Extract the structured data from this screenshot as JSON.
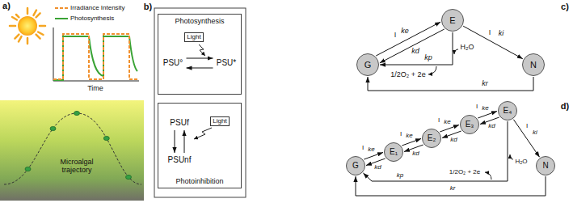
{
  "diagram": {
    "nodes": [
      {
        "text": [
          "Photosynthesis"
        ]
      },
      {
        "text": [
          "PSU°"
        ],
        "in": 0
      },
      {
        "text": [
          "PSU*"
        ],
        "in": 0
      },
      {
        "text": [
          "Photoinhibition"
        ]
      },
      {
        "text": [
          "PSUf"
        ],
        "in": 3
      },
      {
        "text": [
          "PSUnf"
        ],
        "in": 3
      },
      {
        "text": [
          "E"
        ]
      },
      {
        "text": [
          "G"
        ]
      },
      {
        "text": [
          "N"
        ]
      },
      {
        "text": [
          "G"
        ]
      },
      {
        "text": [
          "E₁"
        ]
      },
      {
        "text": [
          "E₂"
        ]
      },
      {
        "text": [
          "E₃"
        ]
      },
      {
        "text": [
          "E₄"
        ]
      },
      {
        "text": [
          "N"
        ]
      }
    ],
    "edges": [
      {
        "from": 1,
        "to": 2,
        "arrow": "to"
      },
      {
        "from": 2,
        "to": 1,
        "arrow": "to"
      },
      {
        "from": 4,
        "to": 5,
        "arrow": "to"
      },
      {
        "from": 5,
        "to": 4,
        "arrow": "to"
      },
      {
        "from": 7,
        "to": 6,
        "label": "ke",
        "arrow": "to"
      },
      {
        "from": 6,
        "to": 7,
        "label": "kd",
        "arrow": "to"
      },
      {
        "from": 6,
        "to": 8,
        "label": "ki",
        "arrow": "to"
      },
      {
        "from": 8,
        "to": 7,
        "label": "kr",
        "arrow": "to"
      },
      {
        "from": 6,
        "to": 7,
        "label": "kp",
        "arrow": "to"
      },
      {
        "from": 9,
        "to": 10,
        "label": "ke",
        "arrow": "to"
      },
      {
        "from": 10,
        "to": 9,
        "label": "kd",
        "arrow": "to"
      },
      {
        "from": 10,
        "to": 11,
        "label": "ke",
        "arrow": "to"
      },
      {
        "from": 11,
        "to": 10,
        "label": "kd",
        "arrow": "to"
      },
      {
        "from": 11,
        "to": 12,
        "label": "ke",
        "arrow": "to"
      },
      {
        "from": 12,
        "to": 11,
        "label": "kd",
        "arrow": "to"
      },
      {
        "from": 12,
        "to": 13,
        "label": "ke",
        "arrow": "to"
      },
      {
        "from": 13,
        "to": 12,
        "label": "kd",
        "arrow": "to"
      },
      {
        "from": 13,
        "to": 14,
        "label": "ki",
        "arrow": "to"
      },
      {
        "from": 14,
        "to": 9,
        "label": "kr",
        "arrow": "to"
      },
      {
        "from": 13,
        "to": 9,
        "label": "kp",
        "arrow": "to"
      }
    ],
    "labels": [
      "a)",
      "b)",
      "c)",
      "d)",
      "Time",
      "Microalgal trajectory",
      "Light",
      "Light",
      "I",
      "I",
      "H₂O",
      "1/2O₂ + 2e",
      "I",
      "I",
      "I",
      "I",
      "I",
      "H₂O",
      "1/2O₂ + 2e"
    ],
    "legend": [
      {
        "text": "Irradiance Intensity"
      },
      {
        "text": "Photosynthesis"
      }
    ]
  }
}
